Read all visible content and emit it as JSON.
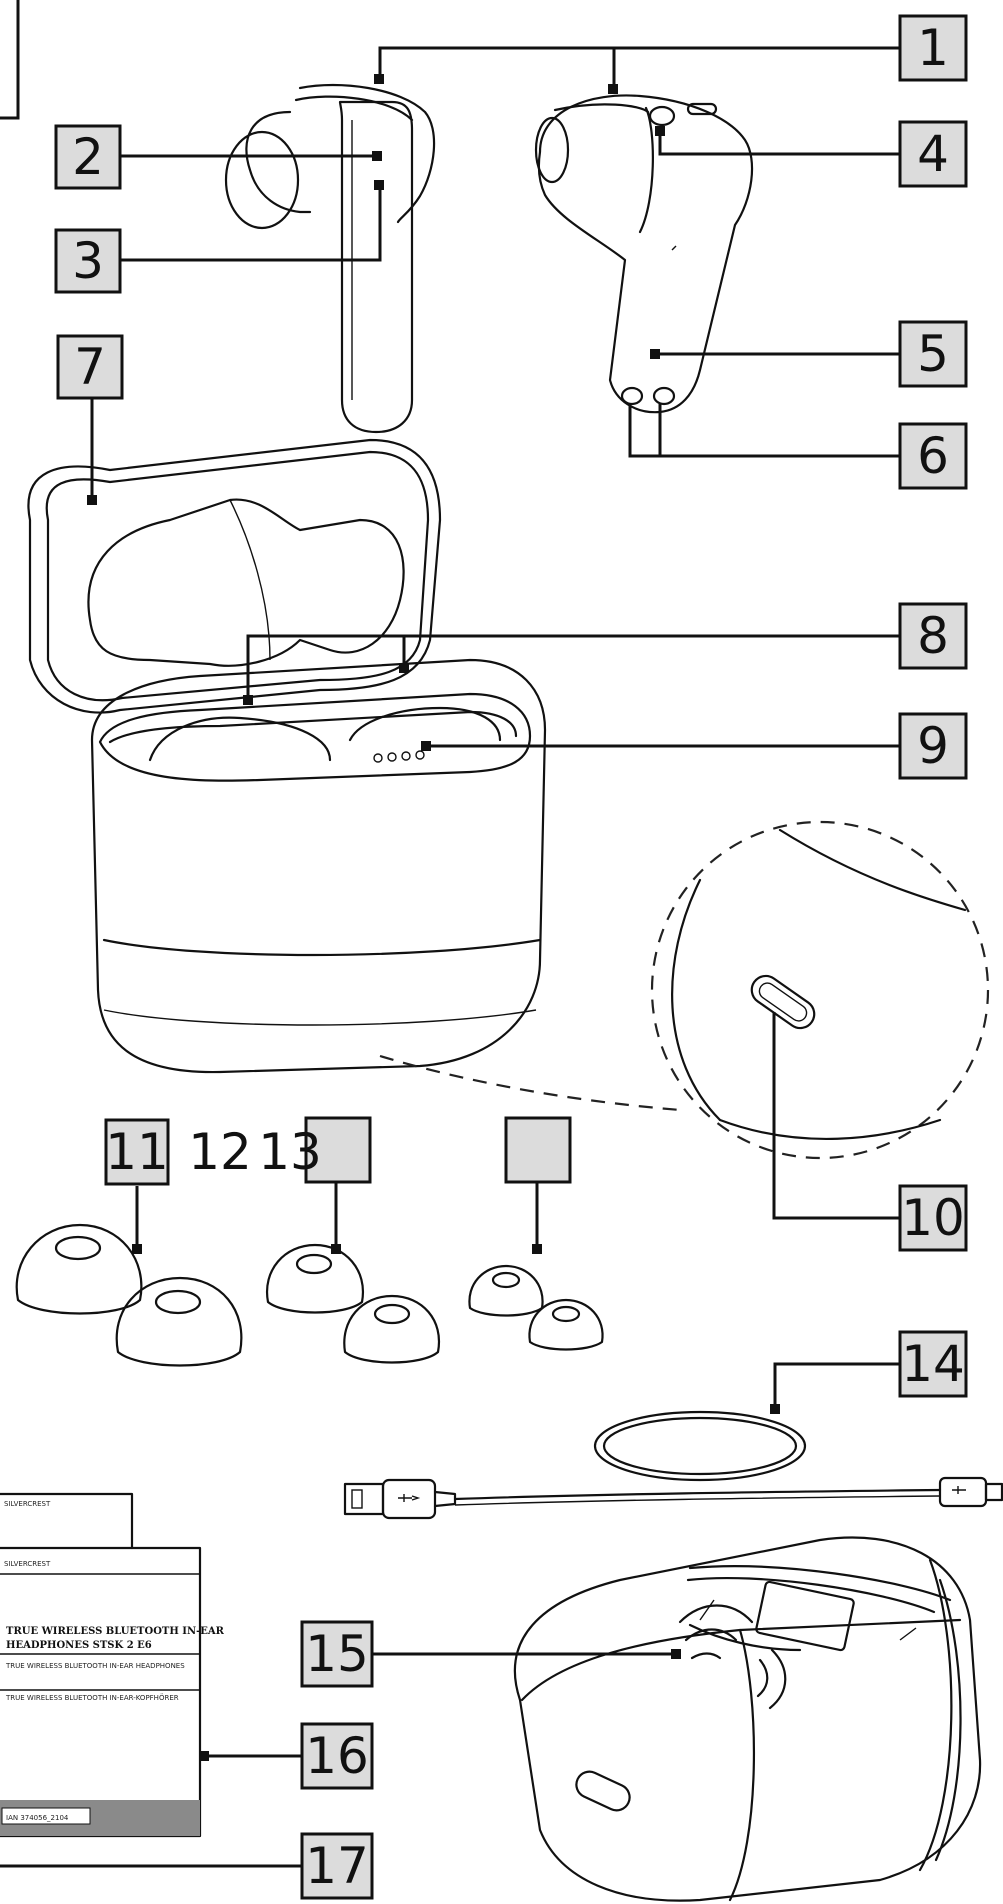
{
  "callouts": [
    {
      "id": "1",
      "text": "1"
    },
    {
      "id": "2",
      "text": "2"
    },
    {
      "id": "3",
      "text": "3"
    },
    {
      "id": "4",
      "text": "4"
    },
    {
      "id": "5",
      "text": "5"
    },
    {
      "id": "6",
      "text": "6"
    },
    {
      "id": "7",
      "text": "7"
    },
    {
      "id": "8",
      "text": "8"
    },
    {
      "id": "9",
      "text": "9"
    },
    {
      "id": "10",
      "text": "10"
    },
    {
      "id": "11",
      "text": "11"
    },
    {
      "id": "12",
      "text": "12"
    },
    {
      "id": "13",
      "text": "13"
    },
    {
      "id": "14",
      "text": "14"
    },
    {
      "id": "15",
      "text": "15"
    },
    {
      "id": "16",
      "text": "16"
    },
    {
      "id": "17",
      "text": "17"
    }
  ],
  "manual": {
    "brand_back": "SILVERCREST",
    "brand_front": "SILVERCREST",
    "title_line1": "TRUE WIRELESS BLUETOOTH IN-EAR",
    "title_line2": "HEADPHONES STSK 2 E6",
    "lang_line1": "TRUE WIRELESS BLUETOOTH IN-EAR HEADPHONES",
    "lang_line2": "TRUE WIRELESS BLUETOOTH IN-EAR-KOPFHÖRER",
    "ian": "IAN 374056_2104"
  }
}
